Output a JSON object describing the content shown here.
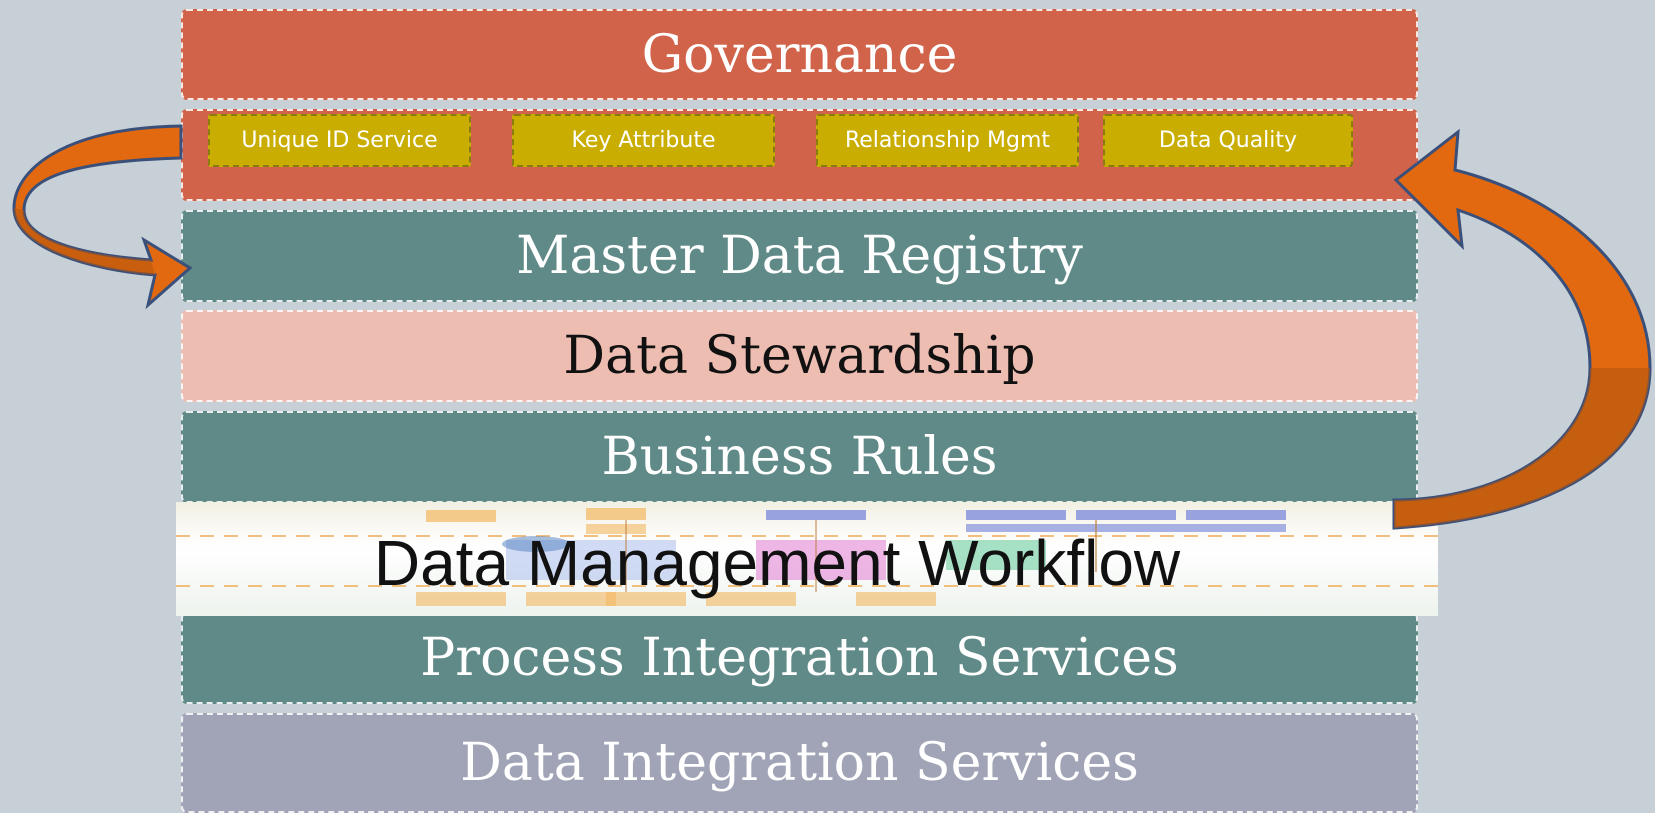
{
  "layers": {
    "governance": "Governance",
    "master_data_registry": "Master Data Registry",
    "data_stewardship": "Data Stewardship",
    "business_rules": "Business Rules",
    "data_management_workflow": "Data Management Workflow",
    "process_integration_services": "Process Integration Services",
    "data_integration_services": "Data Integration Services"
  },
  "services": [
    "Unique ID Service",
    "Key Attribute",
    "Relationship Mgmt",
    "Data Quality"
  ],
  "colors": {
    "background": "#c6d0d6",
    "governance": "#d1634a",
    "teal": "#5f8a87",
    "stewardship": "#edbdb2",
    "data_integration": "#a0a4b6",
    "service_box": "#c9ad00",
    "arrow_orange": "#e2690f",
    "arrow_dark": "#b4560f"
  }
}
